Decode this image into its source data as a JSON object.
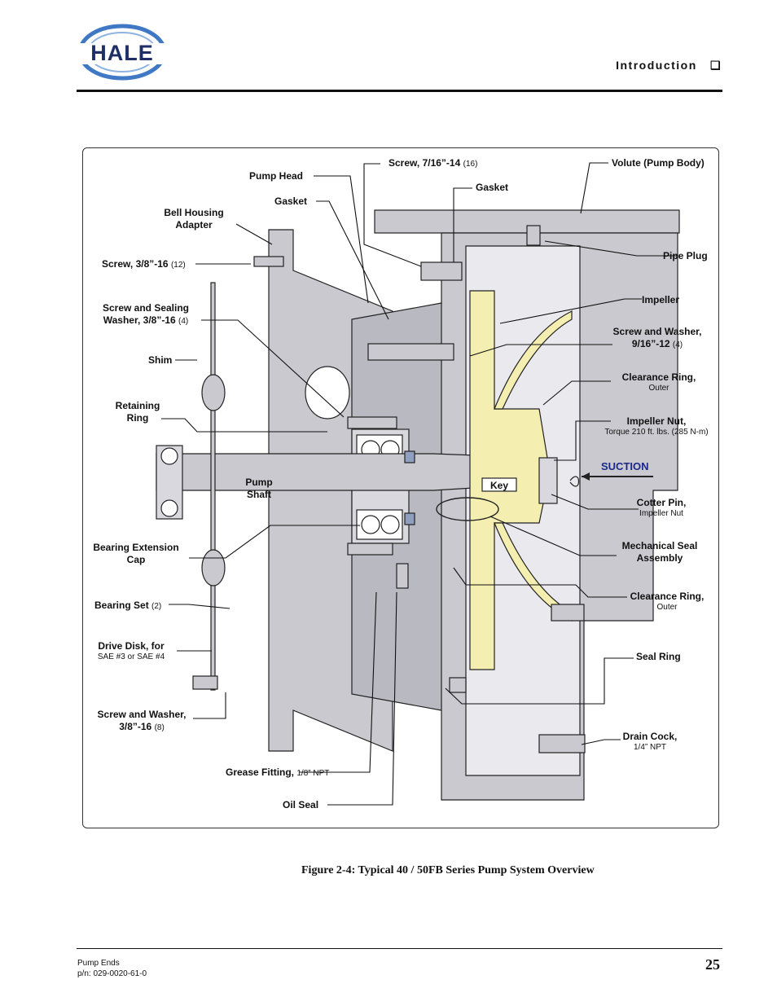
{
  "header": {
    "logo_text": "HALE",
    "section_title": "Introduction",
    "section_marker": "❑"
  },
  "figure": {
    "caption": "Figure 2-4: Typical 40 / 50FB Series Pump System Overview",
    "labels": {
      "pump_head": "Pump Head",
      "gasket_left": "Gasket",
      "screw_7_16": "Screw, 7/16”-14",
      "screw_7_16_qty": "(16)",
      "gasket_top": "Gasket",
      "volute": "Volute (Pump Body)",
      "bell_housing_1": "Bell Housing",
      "bell_housing_2": "Adapter",
      "screw_3_8": "Screw, 3/8”-16",
      "screw_3_8_qty": "(12)",
      "pipe_plug": "Pipe Plug",
      "impeller": "Impeller",
      "screw_sealing_1": "Screw and Sealing",
      "screw_sealing_2": "Washer, 3/8”-16",
      "screw_sealing_qty": "(4)",
      "screw_washer_9_16_1": "Screw and Washer,",
      "screw_washer_9_16_2": "9/16”-12",
      "screw_washer_9_16_qty": "(4)",
      "shim": "Shim",
      "clearance_ring_top": "Clearance Ring,",
      "clearance_ring_top_sub": "Outer",
      "retaining_ring_1": "Retaining",
      "retaining_ring_2": "Ring",
      "impeller_nut": "Impeller Nut,",
      "impeller_nut_sub": "Torque 210 ft. lbs. (285 N-m)",
      "suction": "SUCTION",
      "pump_shaft_1": "Pump",
      "pump_shaft_2": "Shaft",
      "key": "Key",
      "cotter_pin": "Cotter Pin,",
      "cotter_pin_sub": "Impeller Nut",
      "bearing_ext_1": "Bearing Extension",
      "bearing_ext_2": "Cap",
      "mech_seal_1": "Mechanical Seal",
      "mech_seal_2": "Assembly",
      "clearance_ring_bottom": "Clearance Ring,",
      "clearance_ring_bottom_sub": "Outer",
      "bearing_set": "Bearing Set",
      "bearing_set_qty": "(2)",
      "drive_disk_1": "Drive Disk, for",
      "drive_disk_2": "SAE #3 or SAE #4",
      "seal_ring": "Seal Ring",
      "screw_washer_3_8_1": "Screw and Washer,",
      "screw_washer_3_8_2": "3/8”-16",
      "screw_washer_3_8_qty": "(8)",
      "drain_cock": "Drain Cock,",
      "drain_cock_sub": "1/4” NPT",
      "grease_fitting": "Grease Fitting,",
      "grease_fitting_sub": "1/8” NPT",
      "oil_seal": "Oil Seal"
    },
    "colors": {
      "body_fill": "#c9c9cf",
      "impeller_fill": "#f4efb0",
      "seal_fill": "#8f9fbf",
      "suction_text": "#1b2a8a"
    }
  },
  "footer": {
    "line1": "Pump Ends",
    "line2": "p/n: 029-0020-61-0",
    "page_number": "25"
  }
}
